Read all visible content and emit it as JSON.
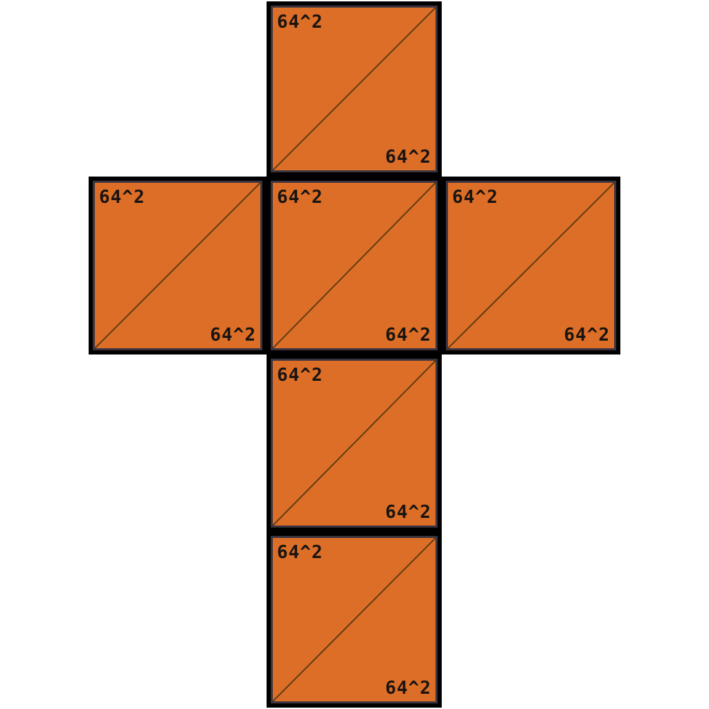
{
  "colors": {
    "face_fill": "#dc6e27",
    "face_border": "#000000",
    "diagonal": "#5a3a12",
    "text": "#1a1410"
  },
  "faces": [
    {
      "id": "top",
      "label_tl": "64^2",
      "label_br": "64^2"
    },
    {
      "id": "left",
      "label_tl": "64^2",
      "label_br": "64^2"
    },
    {
      "id": "front",
      "label_tl": "64^2",
      "label_br": "64^2"
    },
    {
      "id": "right",
      "label_tl": "64^2",
      "label_br": "64^2"
    },
    {
      "id": "bottom",
      "label_tl": "64^2",
      "label_br": "64^2"
    },
    {
      "id": "back",
      "label_tl": "64^2",
      "label_br": "64^2"
    }
  ]
}
